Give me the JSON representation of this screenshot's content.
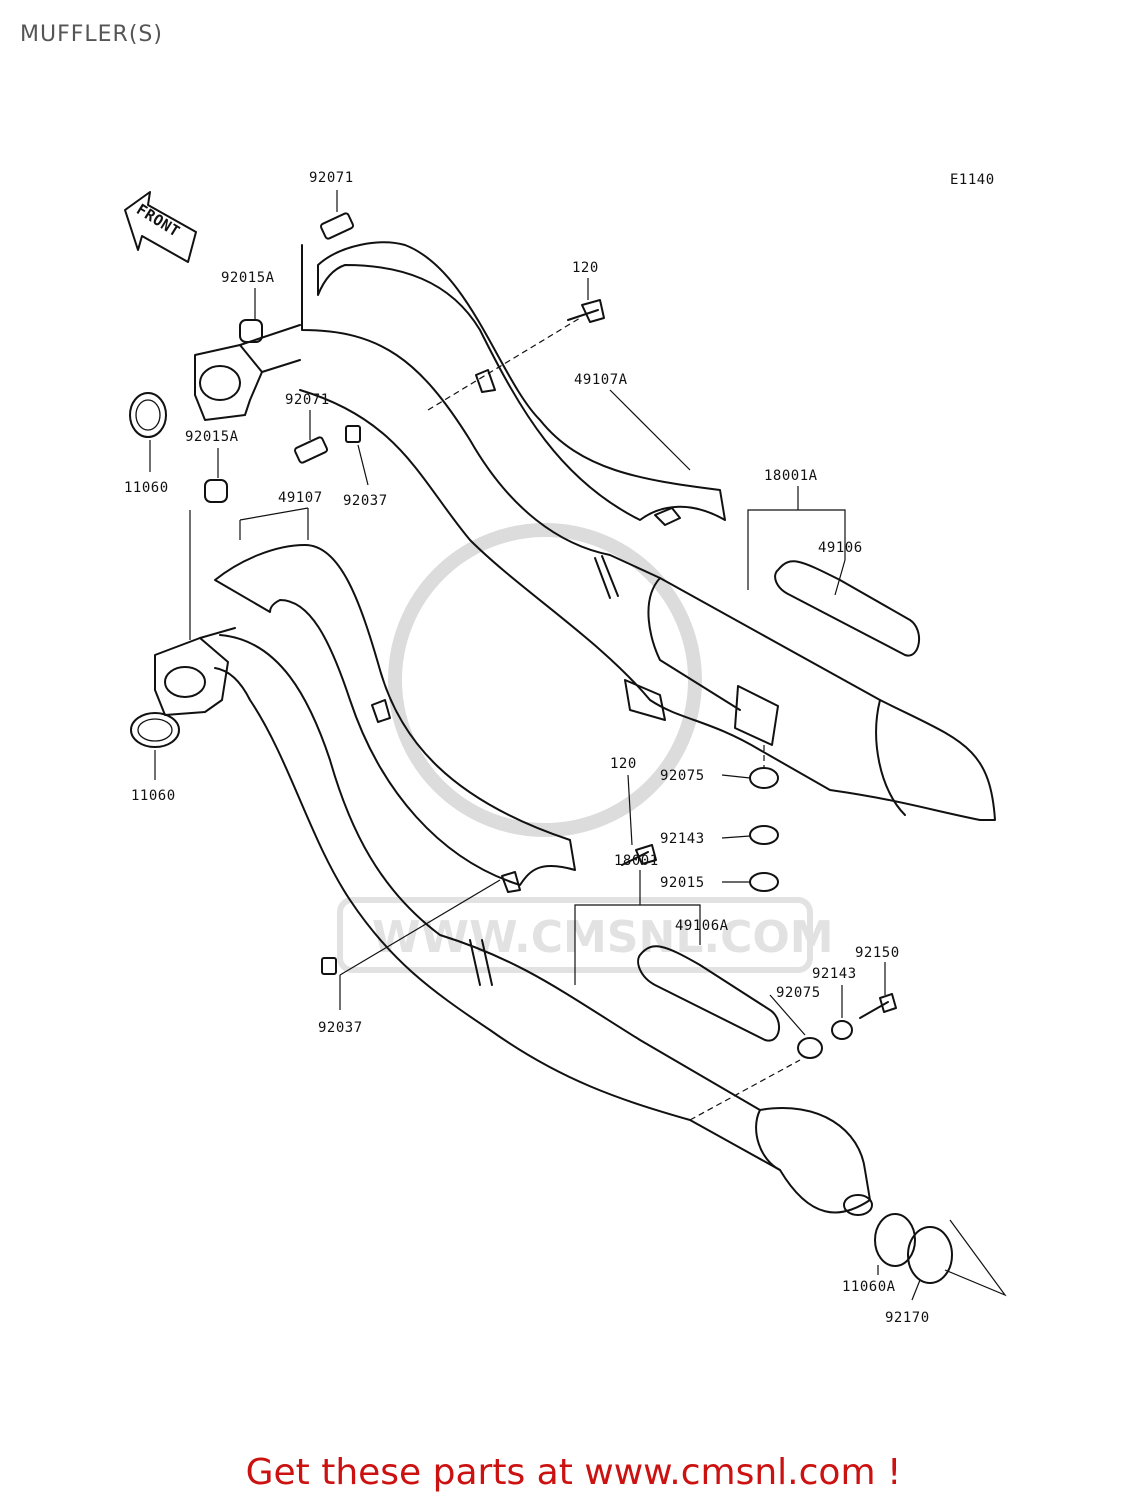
{
  "title": "MUFFLER(S)",
  "diagram_code": "E1140",
  "front_label": "FRONT",
  "watermark_text": "WWW.CMSNL.COM",
  "cta_text": "Get these parts at www.cmsnl.com !",
  "cta_color": "#cc1111",
  "callouts": [
    {
      "id": "92071-top",
      "text": "92071"
    },
    {
      "id": "92015A-top",
      "text": "92015A"
    },
    {
      "id": "120-top",
      "text": "120"
    },
    {
      "id": "49107A",
      "text": "49107A"
    },
    {
      "id": "92071-mid",
      "text": "92071"
    },
    {
      "id": "92015A-mid",
      "text": "92015A"
    },
    {
      "id": "11060-top",
      "text": "11060"
    },
    {
      "id": "92037-top",
      "text": "92037"
    },
    {
      "id": "49107",
      "text": "49107"
    },
    {
      "id": "18001A",
      "text": "18001A"
    },
    {
      "id": "49106",
      "text": "49106"
    },
    {
      "id": "11060-bot",
      "text": "11060"
    },
    {
      "id": "120-bot",
      "text": "120"
    },
    {
      "id": "92075-top",
      "text": "92075"
    },
    {
      "id": "92143-top",
      "text": "92143"
    },
    {
      "id": "18001",
      "text": "18001"
    },
    {
      "id": "92015",
      "text": "92015"
    },
    {
      "id": "49106A",
      "text": "49106A"
    },
    {
      "id": "92150",
      "text": "92150"
    },
    {
      "id": "92143-bot",
      "text": "92143"
    },
    {
      "id": "92075-bot",
      "text": "92075"
    },
    {
      "id": "92037-bot",
      "text": "92037"
    },
    {
      "id": "11060A",
      "text": "11060A"
    },
    {
      "id": "92170",
      "text": "92170"
    }
  ]
}
